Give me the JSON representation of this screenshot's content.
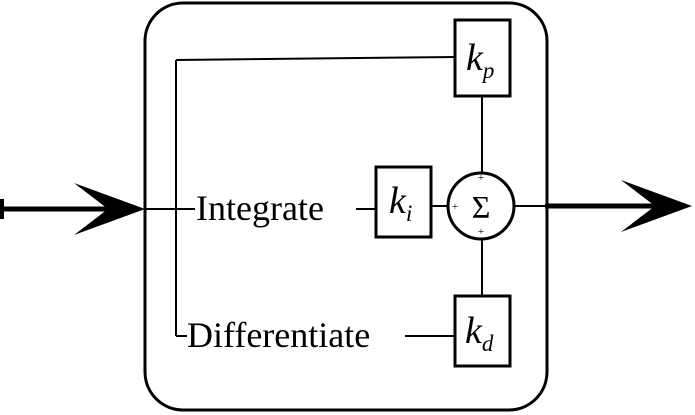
{
  "diagram": {
    "labels": {
      "integrate": "Integrate",
      "differentiate": "Differentiate"
    },
    "blocks": {
      "kp": {
        "symbol": "k",
        "subscript": "p"
      },
      "ki": {
        "symbol": "k",
        "subscript": "i"
      },
      "kd": {
        "symbol": "k",
        "subscript": "d"
      }
    },
    "summer": {
      "symbol": "Σ",
      "signs": {
        "top": "+",
        "left": "+",
        "bottom": "+"
      }
    }
  }
}
